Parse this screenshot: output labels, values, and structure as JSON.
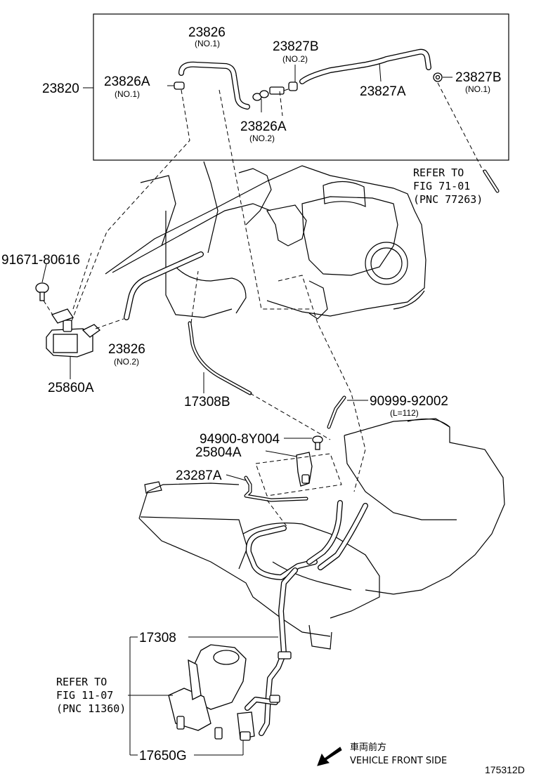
{
  "labels": {
    "p23820": "23820",
    "p23826": "23826",
    "p23826_no1": "(NO.1)",
    "p23826A_top": "23826A",
    "p23826A_no1": "(NO.1)",
    "p23827B_top": "23827B",
    "p23827B_no2": "(NO.2)",
    "p23827B_right": "23827B",
    "p23827B_no1": "(NO.1)",
    "p23827A": "23827A",
    "p23826A_bottom": "23826A",
    "p23826A_no2": "(NO.2)",
    "p91671": "91671-80616",
    "p23826_lower": "23826",
    "p23826_no2": "(NO.2)",
    "p25860A": "25860A",
    "p17308B": "17308B",
    "p90999": "90999-92002",
    "p90999_len": "(L=112)",
    "p94900": "94900-8Y004",
    "p25804A": "25804A",
    "p23287A": "23287A",
    "p17308": "17308",
    "p17650G": "17650G"
  },
  "references": {
    "ref_top": [
      "REFER TO",
      "FIG 71-01",
      "(PNC 77263)"
    ],
    "ref_bottom": [
      "REFER TO",
      "FIG 11-07",
      "(PNC 11360)"
    ]
  },
  "direction": {
    "jp": "車両前方",
    "en": "VEHICLE FRONT SIDE"
  },
  "diagram_code": "175312D"
}
